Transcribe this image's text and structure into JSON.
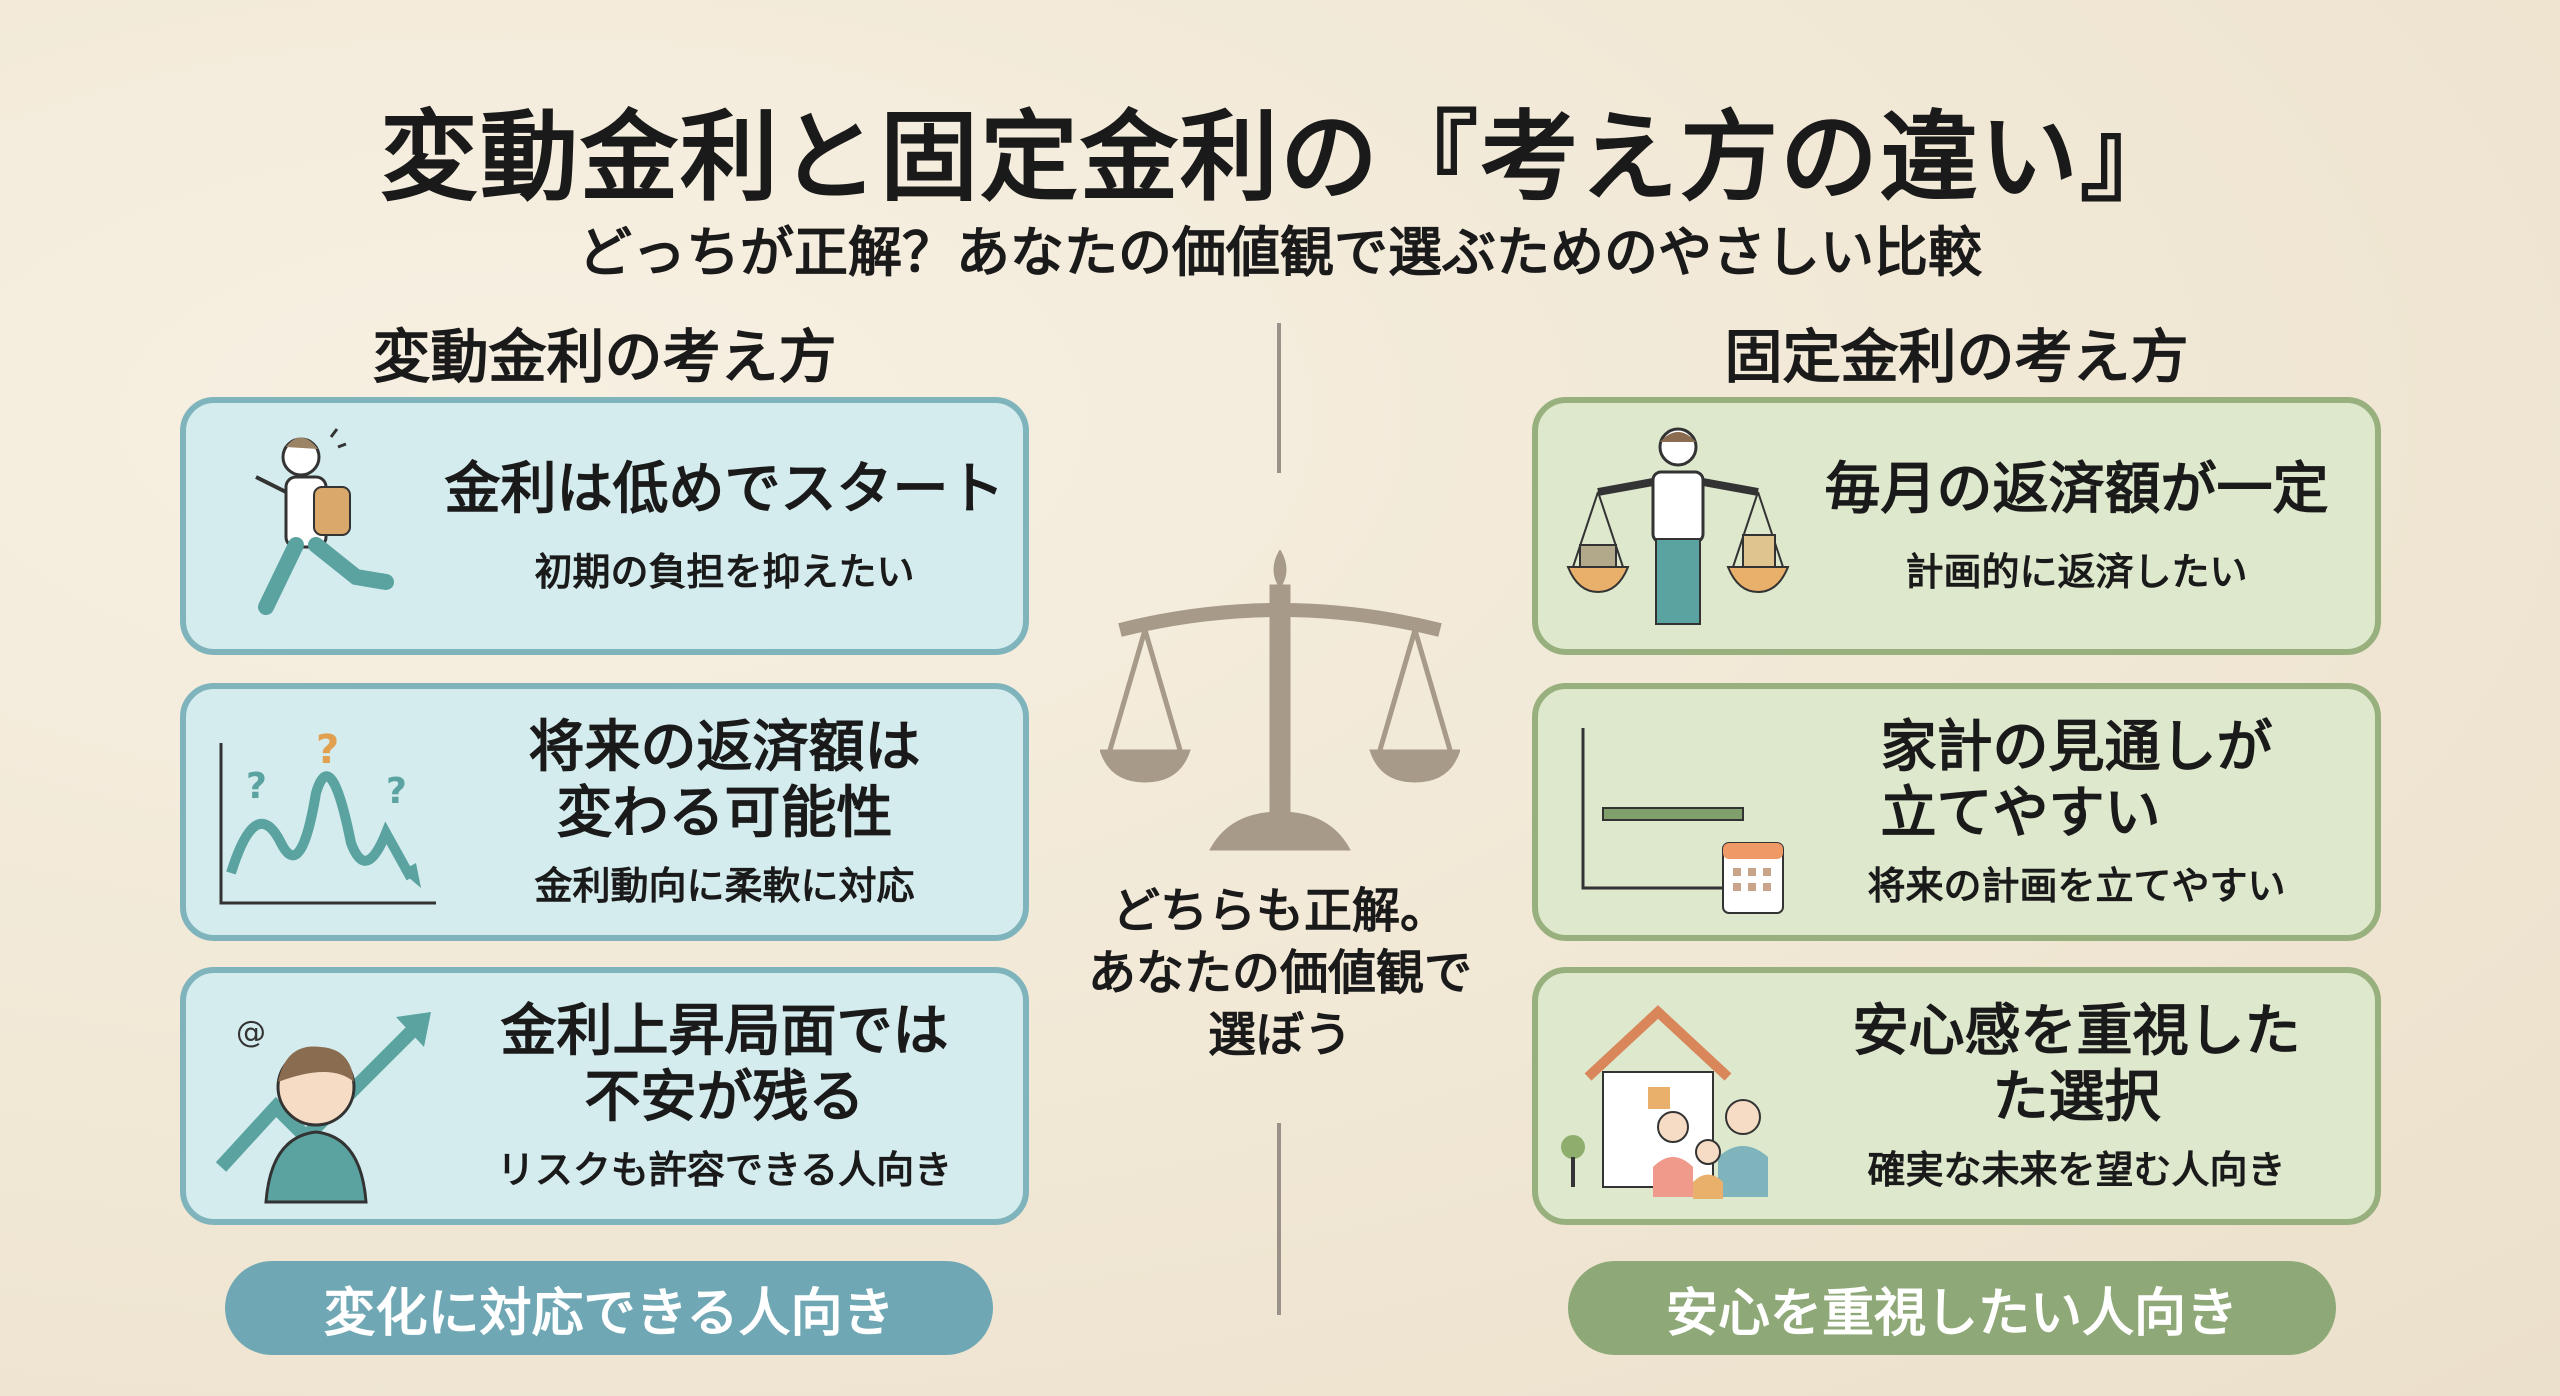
{
  "title": "変動金利と固定金利の『考え方の違い』",
  "subtitle": "どっちが正解？あなたの価値観で選ぶためのやさしい比較",
  "left": {
    "heading": "変動金利の考え方",
    "color": "#7fb4bd",
    "cards": [
      {
        "title": "金利は低めでスタート",
        "sub": "初期の負担を抑えたい",
        "icon": "running-person-icon"
      },
      {
        "title": "将来の返済額は\n変わる可能性",
        "sub": "金利動向に柔軟に対応",
        "icon": "fluctuating-chart-icon"
      },
      {
        "title": "金利上昇局面では\n不安が残る",
        "sub": "リスクも許容できる人向き",
        "icon": "worried-person-rising-arrow-icon"
      }
    ],
    "pill": "変化に対応できる人向き"
  },
  "right": {
    "heading": "固定金利の考え方",
    "color": "#98b07e",
    "cards": [
      {
        "title": "毎月の返済額が一定",
        "sub": "計画的に返済したい",
        "icon": "person-balance-icon"
      },
      {
        "title": "家計の見通しが\n立てやすい",
        "sub": "将来の計画を立てやすい",
        "icon": "flat-chart-calendar-icon"
      },
      {
        "title": "安心感を重視した\nた選択",
        "sub": "確実な未来を望む人向き",
        "icon": "family-house-icon"
      }
    ],
    "pill": "安心を重視したい人向き"
  },
  "center": {
    "text": "どちらも正解。\nあなたの価値観で\n選ぼう",
    "icon": "scale-icon"
  }
}
